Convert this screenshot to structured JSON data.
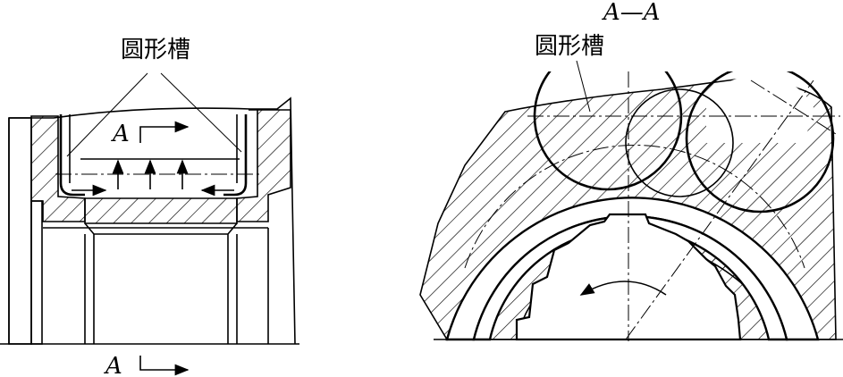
{
  "left_view": {
    "groove_label": "圆形槽",
    "section_letter_top": "A",
    "section_letter_bottom": "A"
  },
  "right_view": {
    "section_title": "A—A",
    "groove_label": "圆形槽"
  }
}
